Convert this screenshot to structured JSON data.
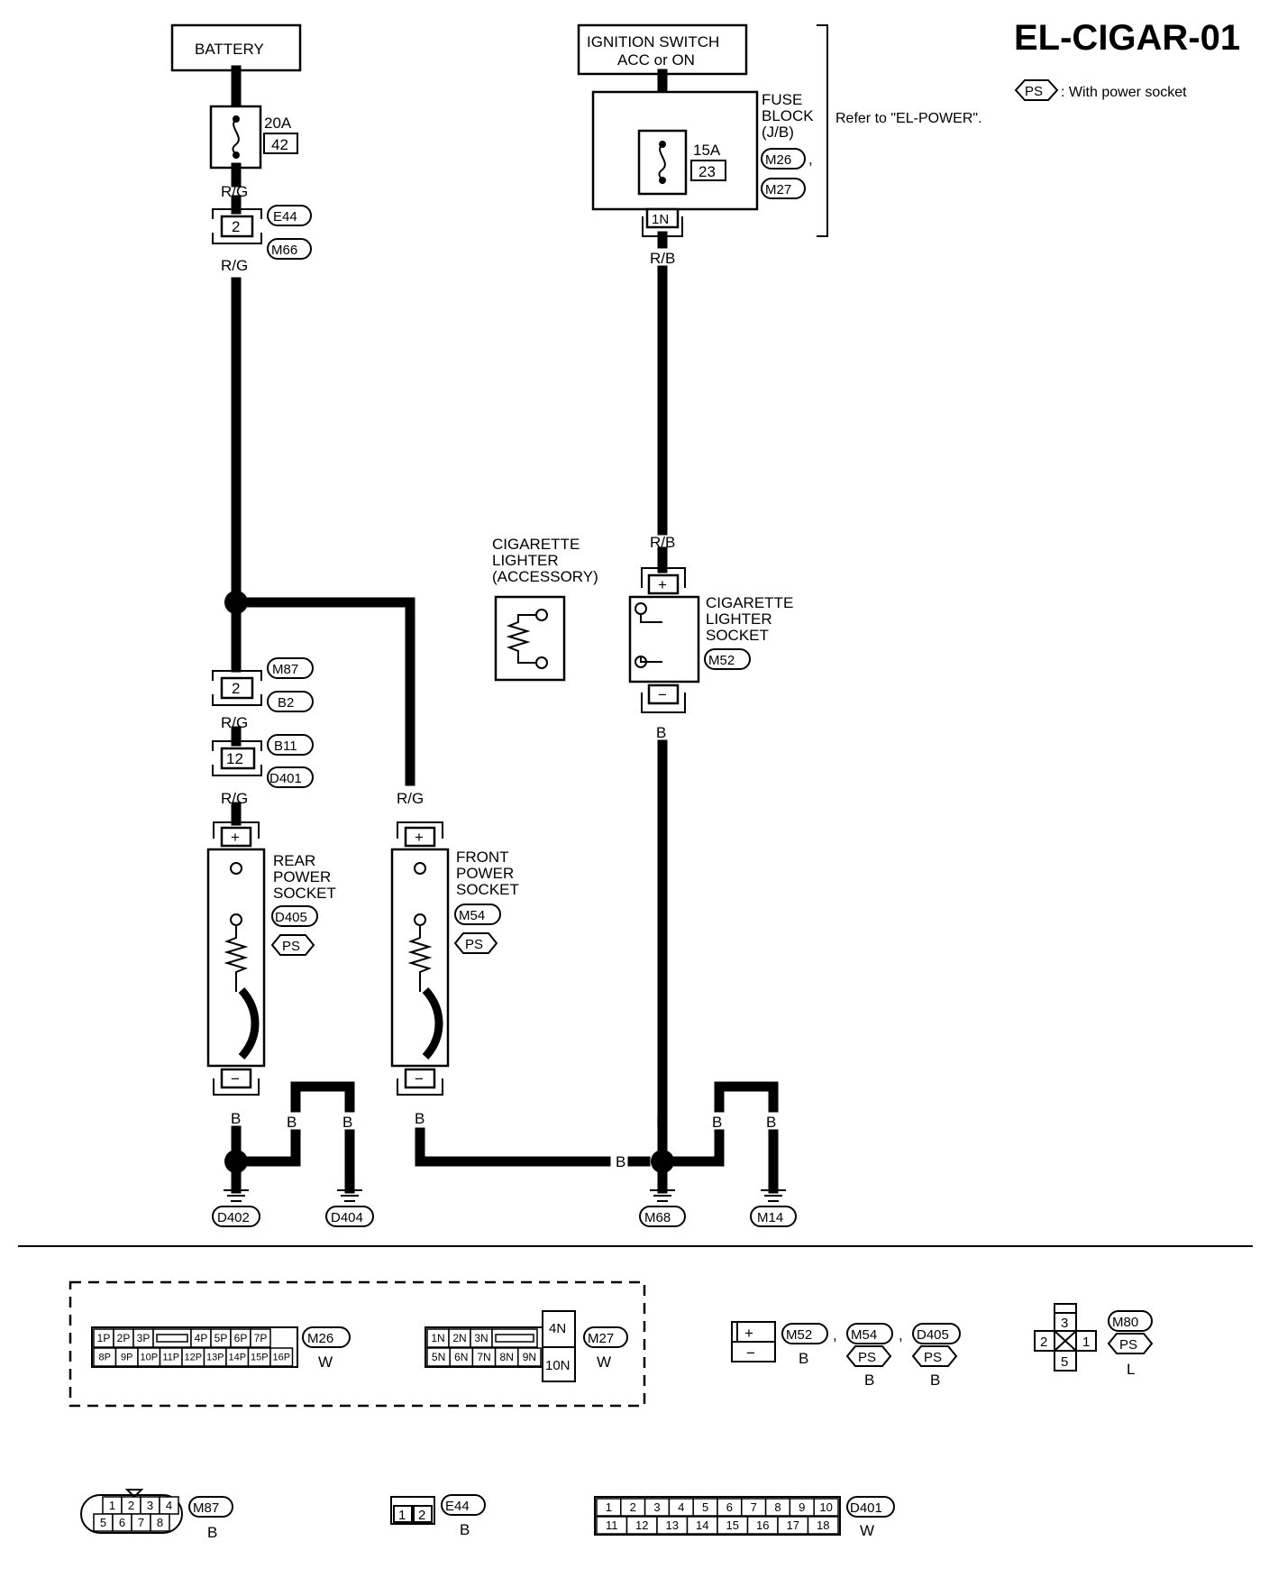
{
  "title": "EL-CIGAR-01",
  "legend": {
    "symbol": "PS",
    "text": ": With power socket"
  },
  "note": "Refer to \"EL-POWER\".",
  "components": {
    "battery": "BATTERY",
    "ignition_line1": "IGNITION SWITCH",
    "ignition_line2": "ACC or ON",
    "fuse_block_1": "FUSE",
    "fuse_block_2": "BLOCK",
    "fuse_block_3": "(J/B)",
    "fuse_left_amp": "20A",
    "fuse_left_num": "42",
    "fuse_right_amp": "15A",
    "fuse_right_num": "23",
    "fuse_block_term": "1N",
    "lighter_acc_1": "CIGARETTE",
    "lighter_acc_2": "LIGHTER",
    "lighter_acc_3": "(ACCESSORY)",
    "lighter_sock_1": "CIGARETTE",
    "lighter_sock_2": "LIGHTER",
    "lighter_sock_3": "SOCKET",
    "rear_1": "REAR",
    "rear_2": "POWER",
    "rear_3": "SOCKET",
    "front_1": "FRONT",
    "front_2": "POWER",
    "front_3": "SOCKET",
    "plus": "+",
    "minus": "−"
  },
  "connectors": {
    "e44": "E44",
    "m66": "M66",
    "m26": "M26",
    "m27": "M27",
    "m52": "M52",
    "m87": "M87",
    "b2": "B2",
    "b11": "B11",
    "d401": "D401",
    "d405": "D405",
    "m54": "M54",
    "ps": "PS",
    "d402": "D402",
    "d404": "D404",
    "m68": "M68",
    "m14": "M14",
    "m80": "M80"
  },
  "pins": {
    "p2": "2",
    "p12": "12"
  },
  "wires": {
    "rg": "R/G",
    "rb": "R/B",
    "b": "B"
  },
  "connector_views": {
    "m26_top": [
      "1P",
      "2P",
      "3P",
      "",
      "4P",
      "5P",
      "6P",
      "7P"
    ],
    "m26_bot": [
      "8P",
      "9P",
      "10P",
      "11P",
      "12P",
      "13P",
      "14P",
      "15P",
      "16P"
    ],
    "m27_top": [
      "1N",
      "2N",
      "3N",
      ""
    ],
    "m27_bot": [
      "5N",
      "6N",
      "7N",
      "8N",
      "9N"
    ],
    "m27_side_top": "4N",
    "m27_side_bot": "10N",
    "m80_pins": [
      "3",
      "2",
      "1",
      "5"
    ],
    "m87_top": [
      "1",
      "2",
      "3",
      "4"
    ],
    "m87_bot": [
      "5",
      "6",
      "7",
      "8"
    ],
    "e44_pins": [
      "1",
      "2"
    ],
    "d401_top": [
      "1",
      "2",
      "3",
      "4",
      "5",
      "6",
      "7",
      "8",
      "9",
      "10"
    ],
    "d401_bot": [
      "11",
      "12",
      "13",
      "14",
      "15",
      "16",
      "17",
      "18"
    ],
    "color_w": "W",
    "color_b": "B",
    "color_l": "L"
  }
}
